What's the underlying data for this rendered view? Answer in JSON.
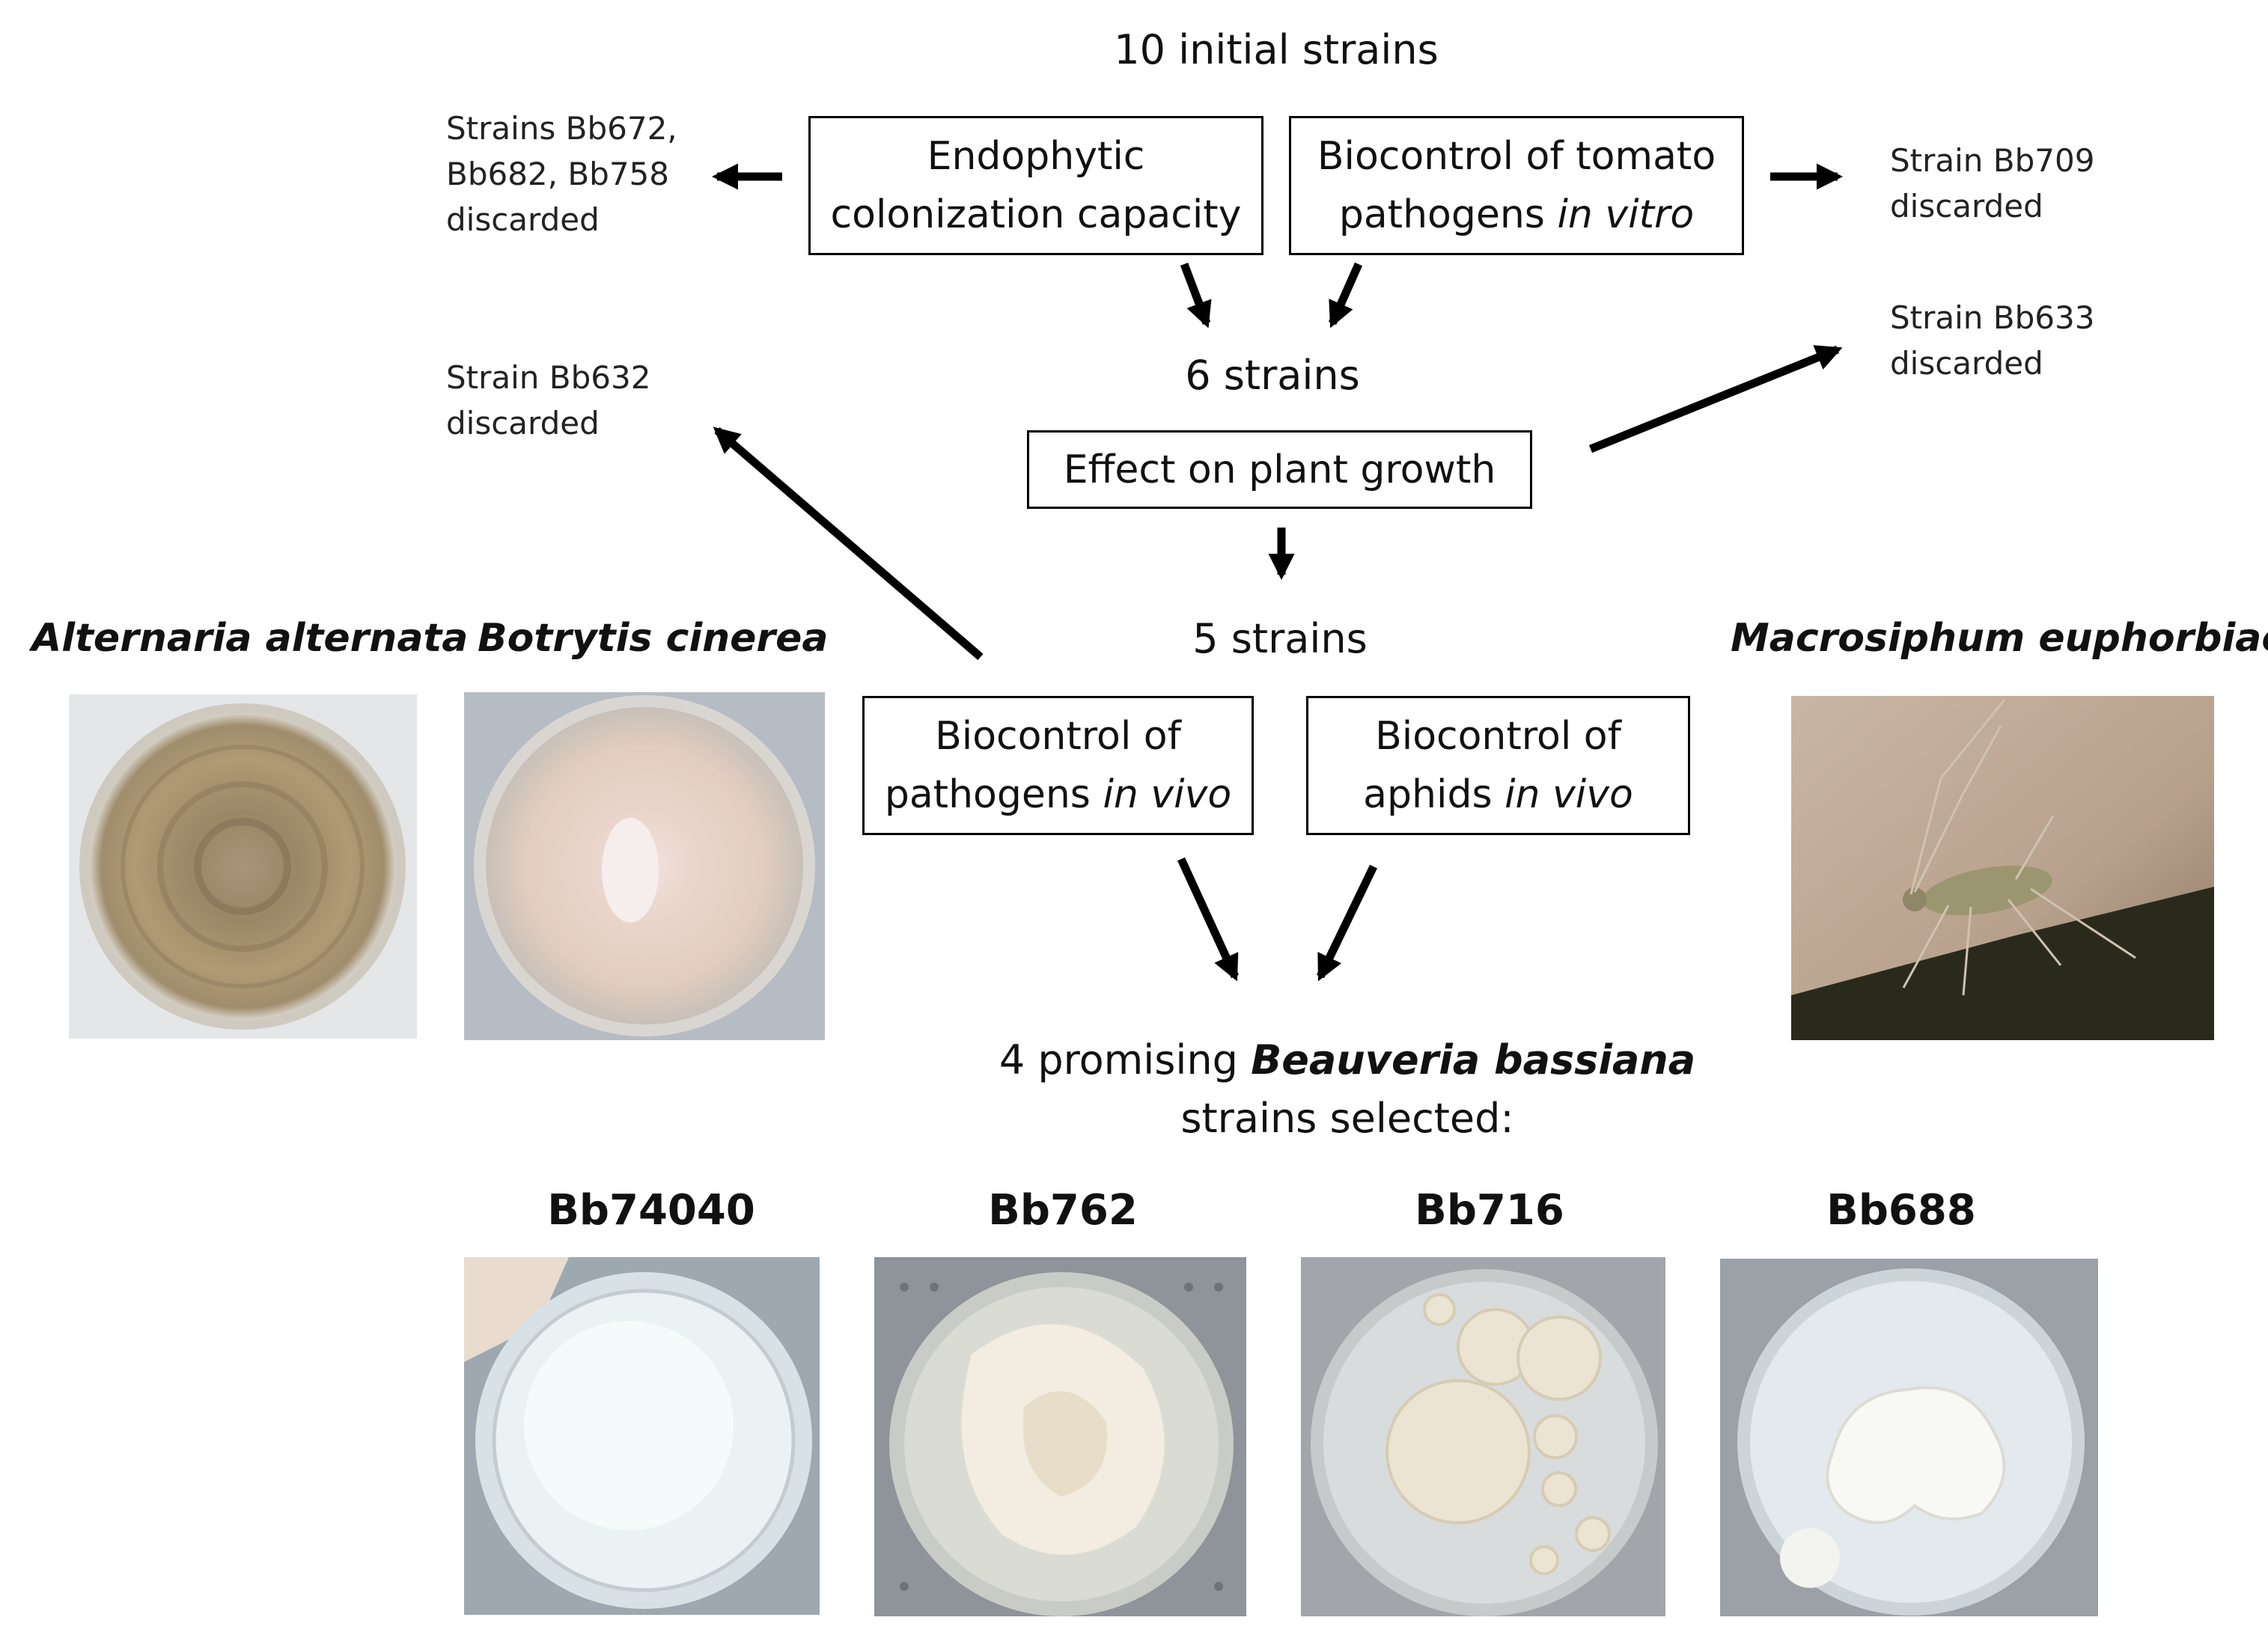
{
  "flow": {
    "initial": "10 initial strains",
    "box_endophytic": {
      "line1": "Endophytic",
      "line2": "colonization capacity"
    },
    "box_tomato": {
      "line1": "Biocontrol of tomato",
      "line2a": "pathogens ",
      "line2b": "in vitro"
    },
    "discard_left_1": {
      "line1": "Strains Bb672,",
      "line2": "Bb682, Bb758",
      "line3": "discarded"
    },
    "discard_right_1": {
      "line1": "Strain Bb709",
      "line2": "discarded"
    },
    "six_strains": "6 strains",
    "box_growth": "Effect on plant growth",
    "discard_left_2": {
      "line1": "Strain Bb632",
      "line2": "discarded"
    },
    "discard_right_2": {
      "line1": "Strain Bb633",
      "line2": "discarded"
    },
    "five_strains": "5 strains",
    "box_pathogens": {
      "line1": "Biocontrol of",
      "line2a": "pathogens ",
      "line2b": "in vivo"
    },
    "box_aphids": {
      "line1": "Biocontrol of",
      "line2a": "aphids ",
      "line2b": "in vivo"
    },
    "result": {
      "line1a": "4 promising ",
      "line1b": "Beauveria bassiana",
      "line2": "strains selected:"
    }
  },
  "species": {
    "alternaria": "Alternaria alternata",
    "botrytis": "Botrytis cinerea",
    "macrosiphum": "Macrosiphum euphorbiae"
  },
  "strains": [
    "Bb74040",
    "Bb762",
    "Bb716",
    "Bb688"
  ],
  "colors": {
    "box_border": "#000000",
    "arrow": "#000000",
    "text": "#111111"
  }
}
